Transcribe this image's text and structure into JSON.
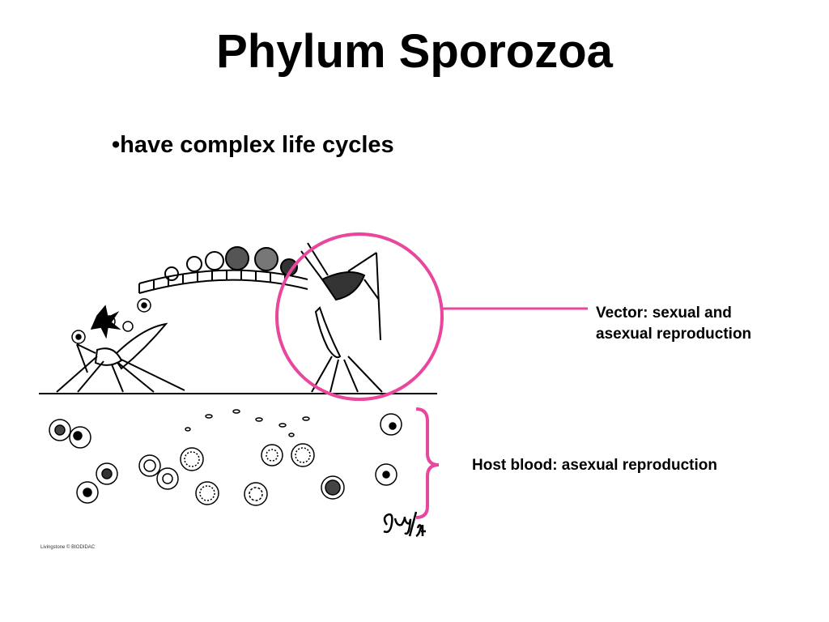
{
  "slide": {
    "title": "Phylum Sporozoa",
    "bullet": "•have complex life cycles",
    "callouts": {
      "vector": {
        "line1": "Vector: sexual and",
        "line2": "asexual reproduction"
      },
      "host": "Host blood: asexual reproduction"
    },
    "credit": "Livingstone © BIODIDAC",
    "signature": "Guy/94"
  },
  "colors": {
    "accent": "#e8479d",
    "ink": "#000000"
  },
  "icons": {
    "vector_marker": "circle",
    "host_marker": "curly-brace"
  }
}
